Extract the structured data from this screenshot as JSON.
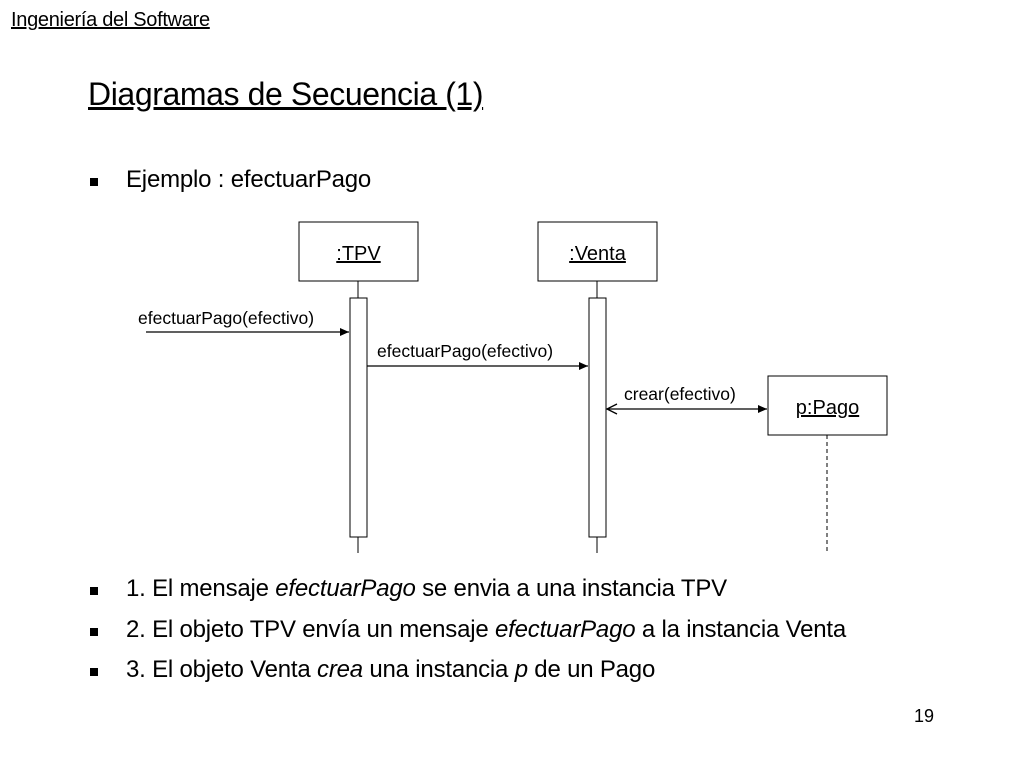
{
  "header": {
    "course": "Ingeniería del Software"
  },
  "slide": {
    "title": "Diagramas de Secuencia (1)",
    "example": "Ejemplo : efectuarPago",
    "page_number": "19"
  },
  "diagram": {
    "objects": {
      "tpv": ":TPV",
      "venta": ":Venta",
      "pago": "p:Pago"
    },
    "messages": {
      "m1": "efectuarPago(efectivo)",
      "m2": "efectuarPago(efectivo)",
      "m3": "crear(efectivo)"
    }
  },
  "notes": [
    {
      "prefix": "1. El mensaje ",
      "em": "efectuarPago",
      "suffix": " se envia a una instancia TPV"
    },
    {
      "prefix": "2. El objeto TPV envía un mensaje ",
      "em": "efectuarPago",
      "suffix": " a la instancia Venta"
    },
    {
      "prefix": "3. El objeto Venta ",
      "em": "crea",
      "mid": " una instancia ",
      "em2": "p",
      "suffix": " de un Pago"
    }
  ]
}
